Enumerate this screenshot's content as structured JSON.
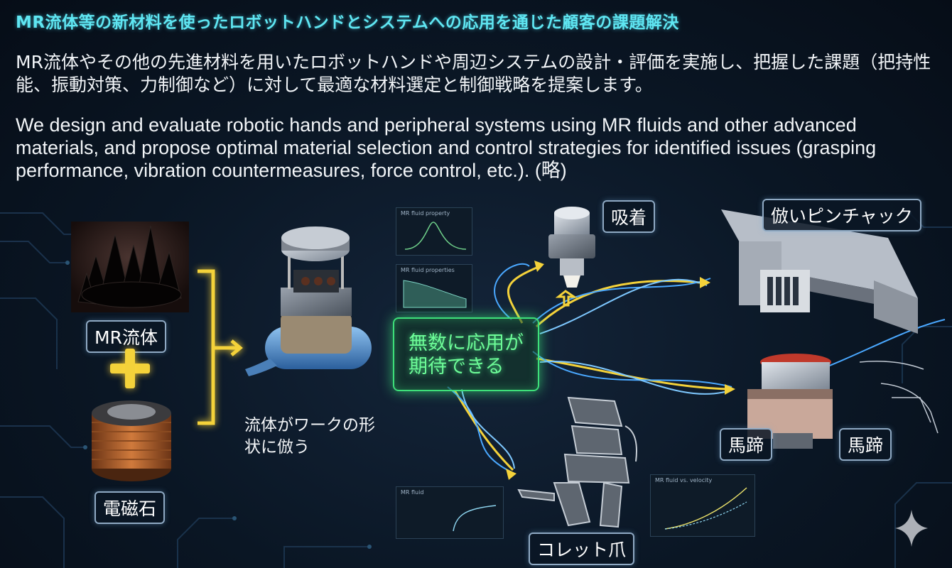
{
  "title": "MR流体等の新材料を使ったロボットハンドとシステムへの応用を通じた顧客の課題解決",
  "description_jp": "MR流体やその他の先進材料を用いたロボットハンドや周辺システムの設計・評価を実施し、把握した課題（把持性能、振動対策、力制御など）に対して最適な材料選定と制御戦略を提案します。",
  "description_en": "We design and evaluate robotic hands and peripheral systems using MR fluids and other advanced materials, and propose optimal material selection and control strategies for identified issues (grasping performance, vibration countermeasures, force control, etc.). (略)",
  "inputs": {
    "mr_fluid": "MR流体",
    "electromagnet": "電磁石"
  },
  "conform_caption": "流体がワークの形状に倣う",
  "center_panel": "無数に応用が期待できる",
  "applications": {
    "suction": "吸着",
    "pin_chuck": "倣いピンチャック",
    "hoof_1": "馬蹄",
    "hoof_2": "馬蹄",
    "collet": "コレット爪"
  },
  "mini_charts": {
    "chart1_title": "MR fluid property",
    "chart2_title": "MR fluid properties",
    "chart3_title": "MR fluid",
    "chart4_title": "MR fluid vs. velocity"
  },
  "colors": {
    "title": "#5fe6f2",
    "accent_yellow": "#f4d23a",
    "panel_green": "#3ee07a",
    "stream_blue": "#4aa8ff"
  }
}
